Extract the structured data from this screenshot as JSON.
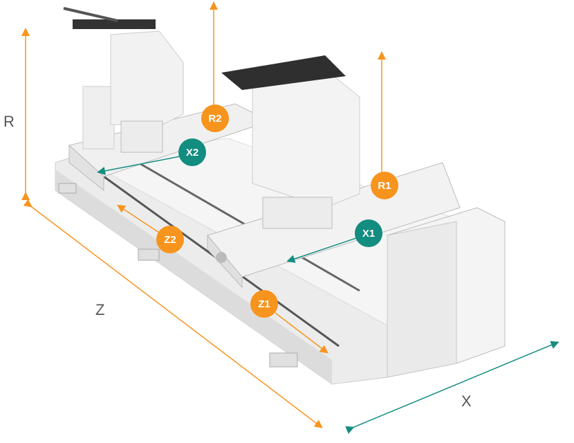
{
  "colors": {
    "orange": "#F7941D",
    "teal": "#138D80",
    "label": "#555555"
  },
  "axes": {
    "r": "R",
    "z": "Z",
    "x": "X"
  },
  "badges": {
    "r1": "R1",
    "r2": "R2",
    "x1": "X1",
    "x2": "X2",
    "z1": "Z1",
    "z2": "Z2"
  }
}
